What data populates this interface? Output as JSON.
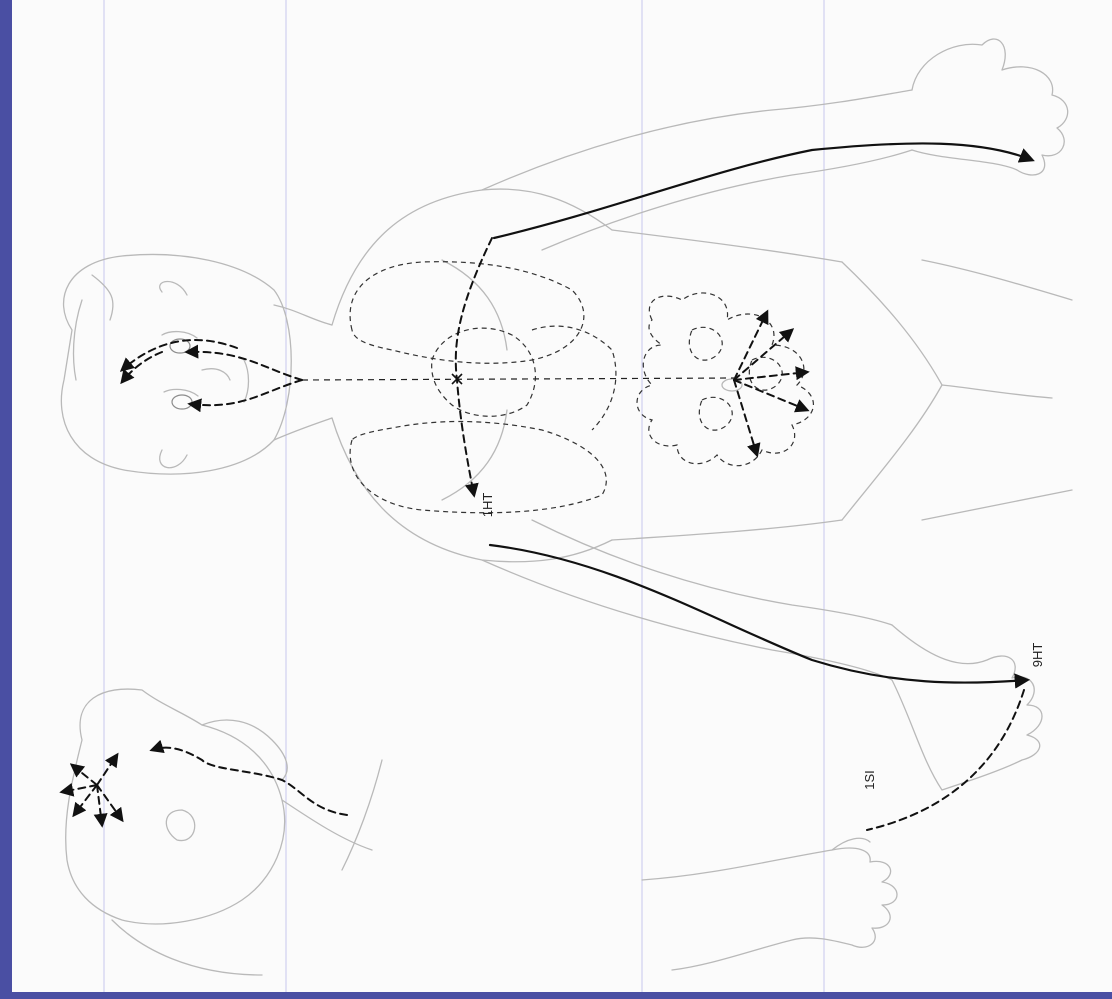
{
  "colors": {
    "frame": "#4a4fa3",
    "guide_lines": "#c7c7ec",
    "meridian": "#111111",
    "sketch": "#b9b9b9"
  },
  "labels": {
    "point_1": "1HT",
    "point_9": "9HT",
    "point_si1": "1SI"
  },
  "icons": [
    "arrow-head-icon",
    "cross-marker-icon"
  ]
}
